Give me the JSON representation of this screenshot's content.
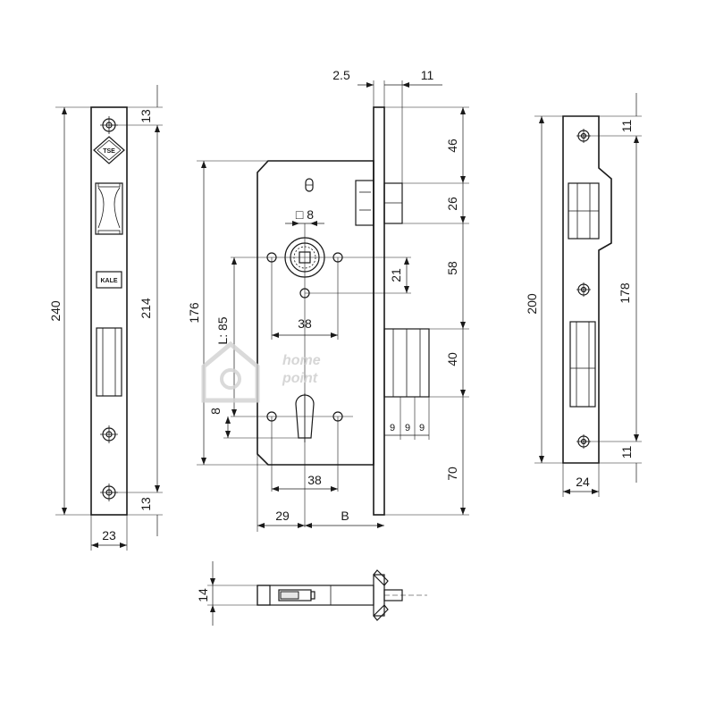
{
  "diagram": {
    "faceplate_left": {
      "height_total": "240",
      "height_between": "214",
      "top_offset": "13",
      "bottom_offset": "13",
      "width": "23",
      "logo_tse": "TSE",
      "logo_kale": "KALE"
    },
    "lock_body": {
      "face_thickness": "2.5",
      "latch_projection": "11",
      "dim_46": "46",
      "dim_26": "26",
      "dim_58": "58",
      "dim_40": "40",
      "dim_70": "70",
      "spindle_label": "□ 8",
      "dim_21": "21",
      "dim_38_top": "38",
      "dim_38_bottom": "38",
      "body_height": "176",
      "center_distance": "L: 85",
      "cylinder_8": "8",
      "bolt_9a": "9",
      "bolt_9b": "9",
      "bolt_9c": "9",
      "dim_29": "29",
      "backset": "B"
    },
    "strike_plate": {
      "height_total": "200",
      "height_between": "178",
      "top_offset": "11",
      "bottom_offset": "11",
      "width": "24"
    },
    "bottom_view": {
      "thickness": "14"
    },
    "watermark": {
      "line1": "home",
      "line2": "point"
    }
  }
}
